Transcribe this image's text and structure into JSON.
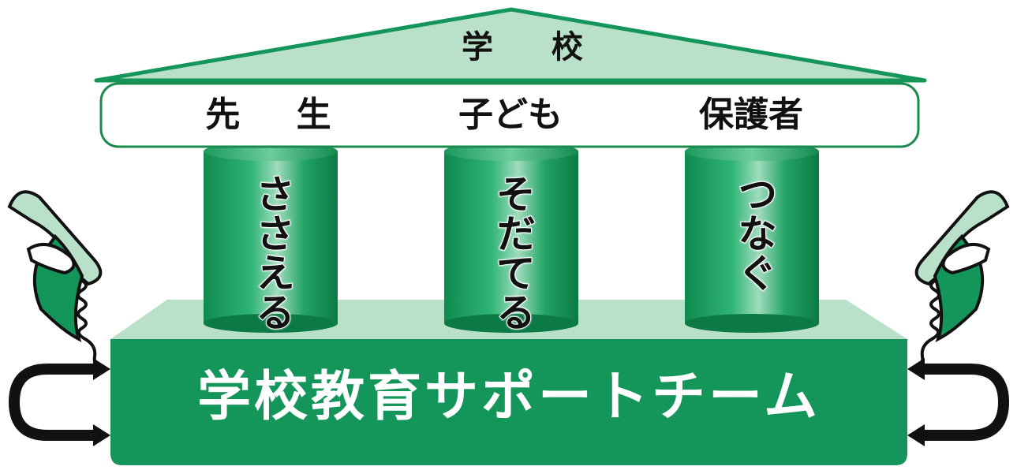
{
  "colors": {
    "accent": "#14955a",
    "light_green": "#b9e0c9",
    "outline": "#1a8a4e",
    "text": "#111111",
    "banner_text": "#ffffff"
  },
  "roof": {
    "title": "学 校"
  },
  "roles": {
    "teacher": "先 生",
    "children": "子ども",
    "parents": "保護者"
  },
  "pillars": [
    {
      "label": "ささえる"
    },
    {
      "label": "そだてる"
    },
    {
      "label": "つなぐ"
    }
  ],
  "base": {
    "team_name": "学校教育サポートチーム"
  },
  "icons": {
    "left_phone": "telephone-handset-icon",
    "right_phone": "telephone-handset-icon",
    "left_arrow": "u-turn-arrow-icon",
    "right_arrow": "u-turn-arrow-icon"
  }
}
